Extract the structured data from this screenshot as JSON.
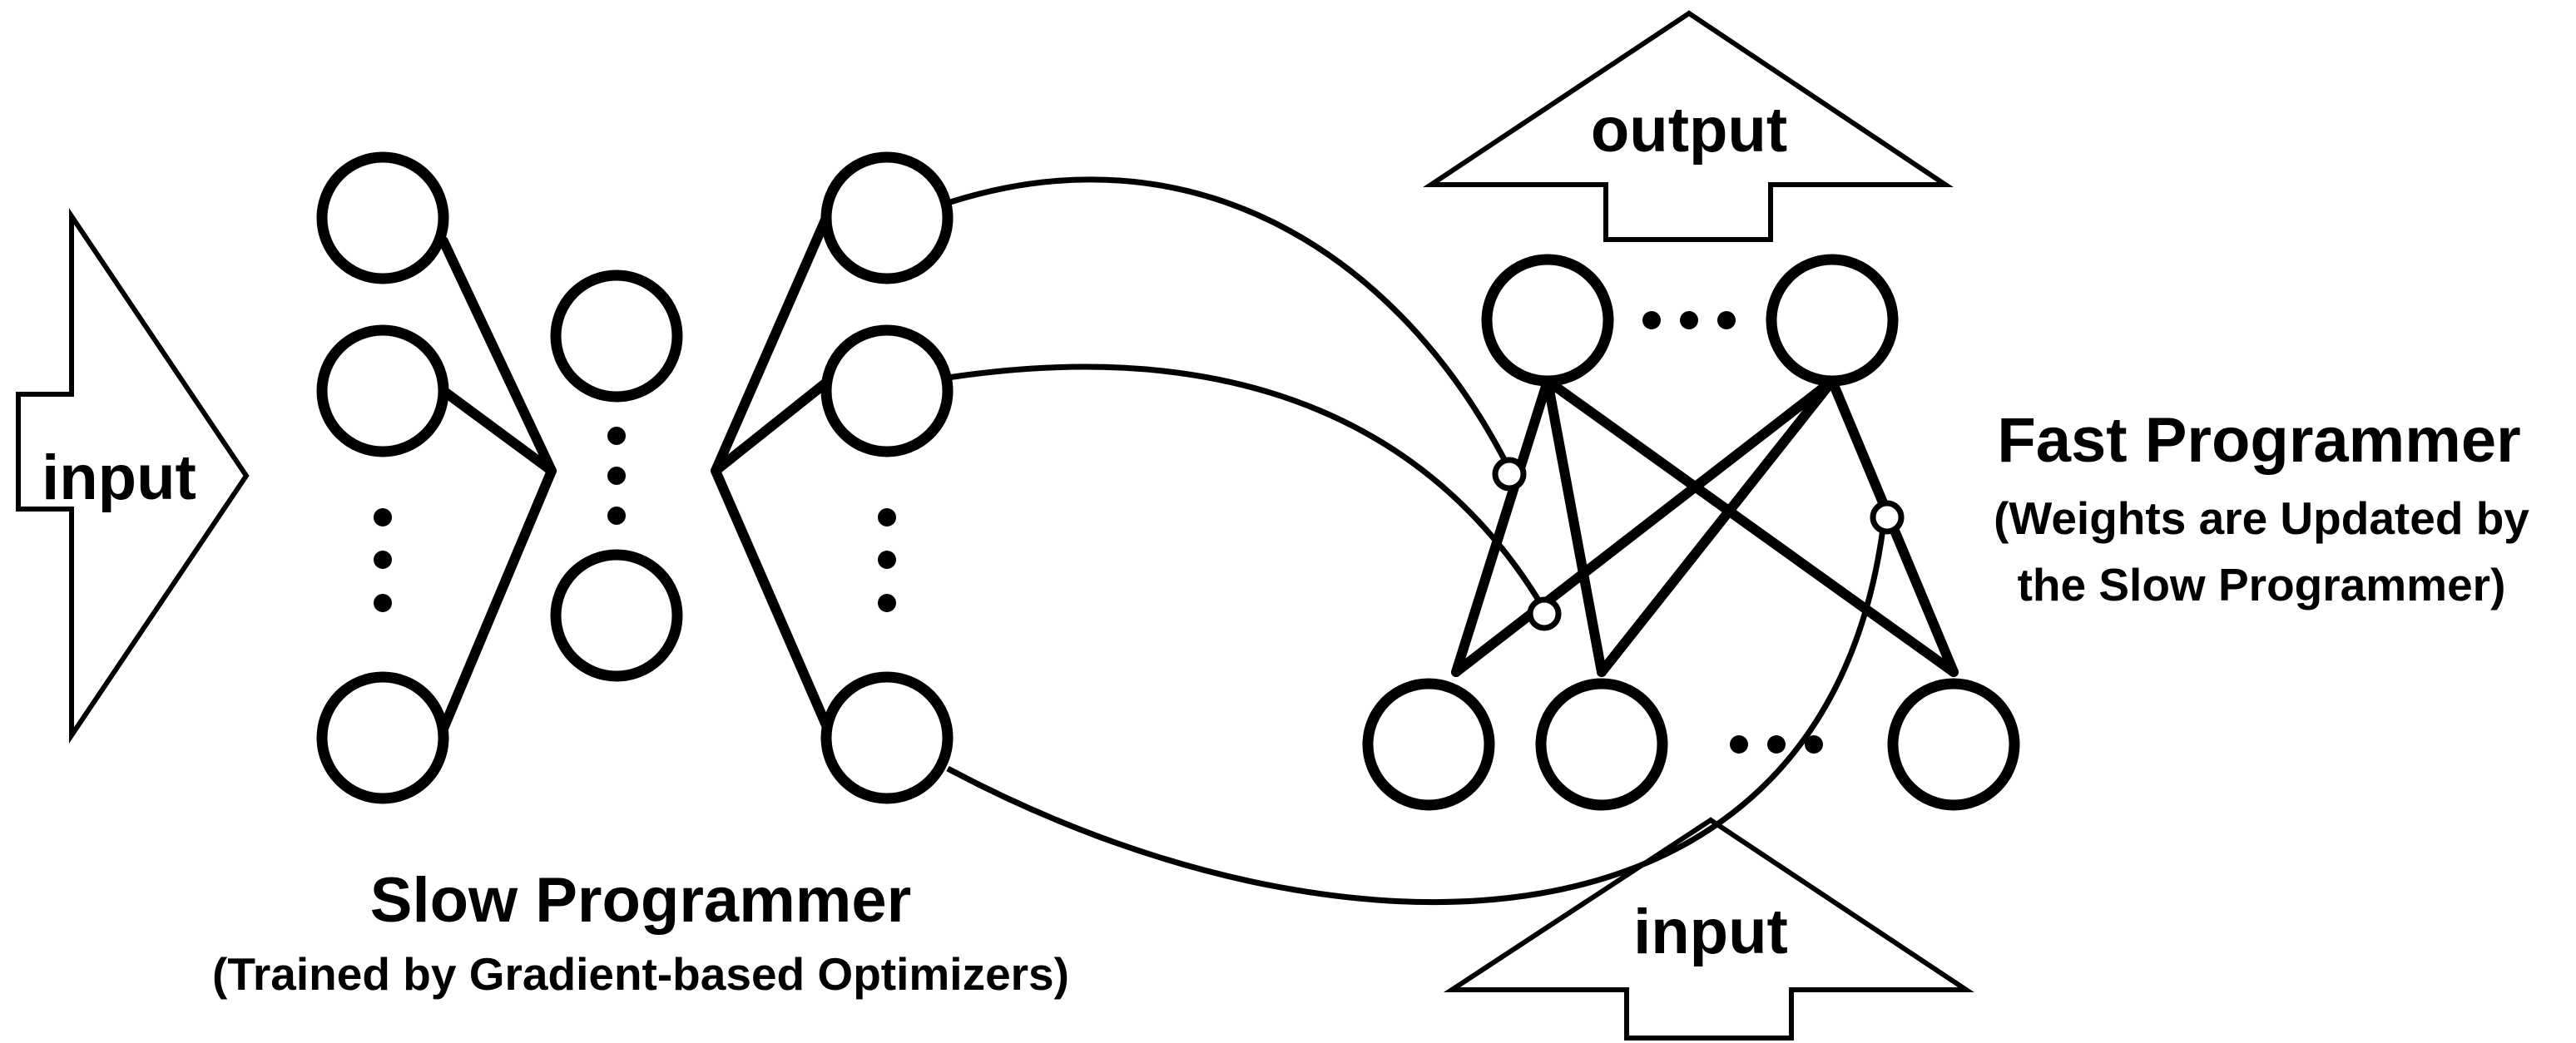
{
  "labels": {
    "input_left": "input",
    "output_top": "output",
    "input_bottom": "input",
    "slow_title": "Slow Programmer",
    "slow_subtitle": "(Trained by Gradient-based Optimizers)",
    "fast_title": "Fast Programmer",
    "fast_subtitle_1": "(Weights are Updated by",
    "fast_subtitle_2": "the Slow Programmer)"
  },
  "colors": {
    "stroke": "#000000",
    "background": "#ffffff"
  }
}
